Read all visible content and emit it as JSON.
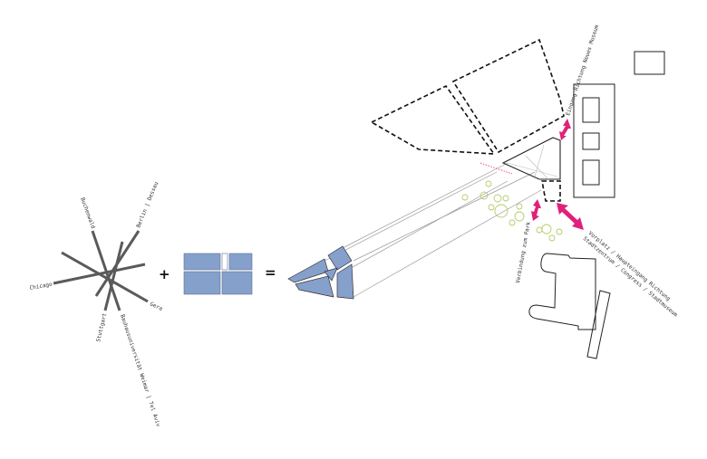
{
  "star": {
    "labels": {
      "buchenwald": "Buchenwald",
      "berlin": "Berlin | Dessau",
      "chicago": "Chicago",
      "gera": "Gera",
      "stuttgart": "Stuttgart",
      "weimar": "Bauhausuniversität Weimar | Tel Aviv"
    }
  },
  "operators": {
    "plus": "+",
    "equals": "="
  },
  "annotations": {
    "museum": "Eingang Richtung Neues Museum",
    "park": "Verbindung zum Park",
    "vorplatz_1": "Vorplatz / Haupteingang Richtung",
    "vorplatz_2": "Stadtzentrum / Congress / Stadtmuseum"
  },
  "colors": {
    "blue": "#86a0cc",
    "magenta": "#e0217a",
    "green": "#b5cc6a",
    "gray": "#555555"
  }
}
